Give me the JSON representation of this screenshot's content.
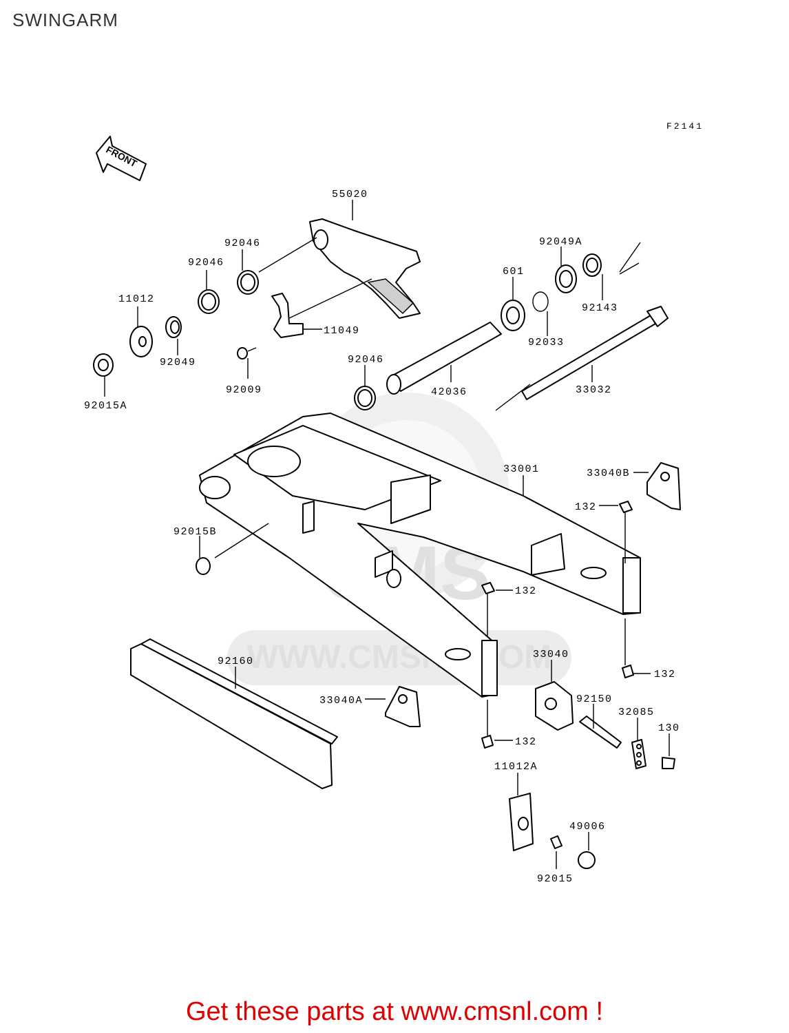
{
  "page": {
    "title": "SWINGARM",
    "figure_code": "F2141",
    "front_label": "FRONT",
    "watermark": "WWW.CMSNL.COM",
    "watermark_logo": "CMS",
    "footer_prefix": "Get these parts at ",
    "footer_link": "www.cmsnl.com",
    "footer_suffix": " !"
  },
  "callouts": {
    "p55020": "55020",
    "p92046a": "92046",
    "p92046b": "92046",
    "p92046c": "92046",
    "p11012": "11012",
    "p92049": "92049",
    "p92015A": "92015A",
    "p92009": "92009",
    "p11049": "11049",
    "p92049A": "92049A",
    "p601": "601",
    "p92143": "92143",
    "p92033": "92033",
    "p42036": "42036",
    "p33032": "33032",
    "p33001": "33001",
    "p33040B": "33040B",
    "p132a": "132",
    "p92015B": "92015B",
    "p132b": "132",
    "p132c": "132",
    "p92160": "92160",
    "p33040": "33040",
    "p33040A": "33040A",
    "p92150": "92150",
    "p32085": "32085",
    "p130": "130",
    "p132d": "132",
    "p11012A": "11012A",
    "p49006": "49006",
    "p92015": "92015"
  }
}
